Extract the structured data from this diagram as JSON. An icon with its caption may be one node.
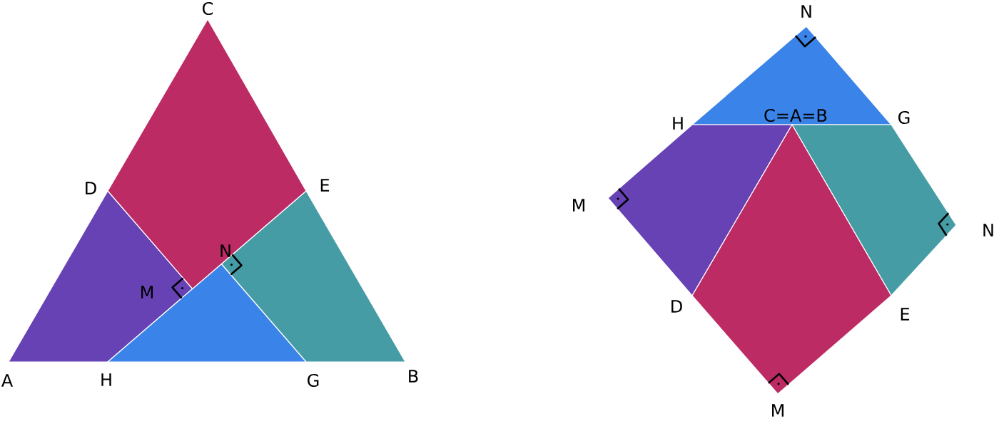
{
  "diagram": {
    "labels": [
      "C",
      "D",
      "E",
      "N",
      "M",
      "A",
      "H",
      "G",
      "B",
      "N",
      "H",
      "C=A=B",
      "G",
      "M",
      "N",
      "D",
      "E",
      "M"
    ]
  }
}
